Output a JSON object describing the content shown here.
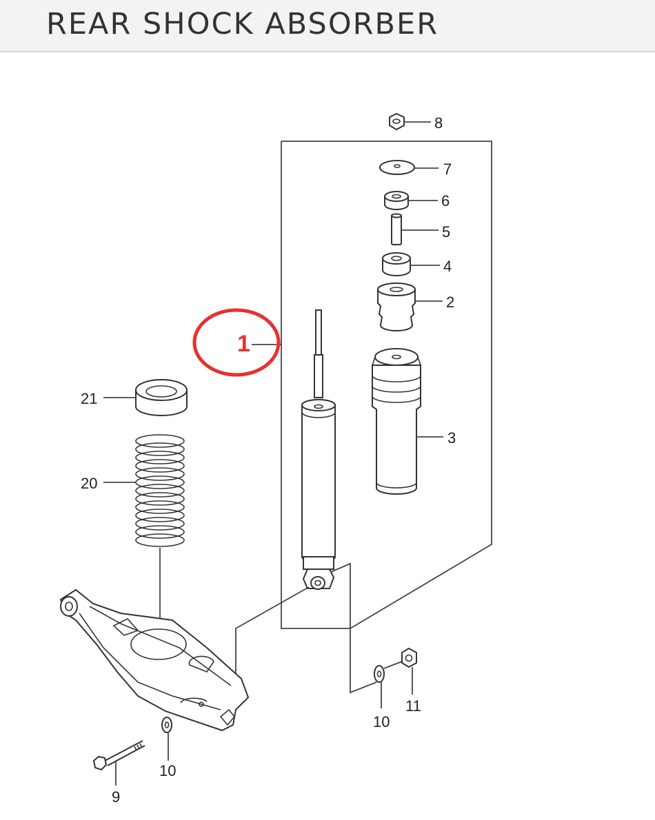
{
  "header": {
    "title": "REAR SHOCK ABSORBER"
  },
  "diagram": {
    "highlight_color": "#e8302f",
    "highlighted_part": "1",
    "callouts": {
      "p1": "1",
      "p2": "2",
      "p3": "3",
      "p4": "4",
      "p5": "5",
      "p6": "6",
      "p7": "7",
      "p8": "8",
      "p9": "9",
      "p10_left": "10",
      "p10_right": "10",
      "p11": "11",
      "p20": "20",
      "p21": "21"
    },
    "parts": [
      {
        "id": "shock-absorber",
        "icon": "shock-absorber-icon"
      },
      {
        "id": "bump-stop",
        "icon": "bump-stop-icon"
      },
      {
        "id": "dust-boot",
        "icon": "dust-boot-icon"
      },
      {
        "id": "bushing-lower",
        "icon": "bushing-icon"
      },
      {
        "id": "spacer-sleeve",
        "icon": "sleeve-icon"
      },
      {
        "id": "bushing-upper",
        "icon": "bushing-icon"
      },
      {
        "id": "washer-top",
        "icon": "washer-icon"
      },
      {
        "id": "nut-top",
        "icon": "nut-icon"
      },
      {
        "id": "bolt",
        "icon": "bolt-icon"
      },
      {
        "id": "washer",
        "icon": "washer-icon"
      },
      {
        "id": "nut",
        "icon": "nut-icon"
      },
      {
        "id": "coil-spring",
        "icon": "coil-spring-icon"
      },
      {
        "id": "spring-seat",
        "icon": "spring-seat-icon"
      },
      {
        "id": "lower-control-arm",
        "icon": "control-arm-icon"
      }
    ]
  }
}
